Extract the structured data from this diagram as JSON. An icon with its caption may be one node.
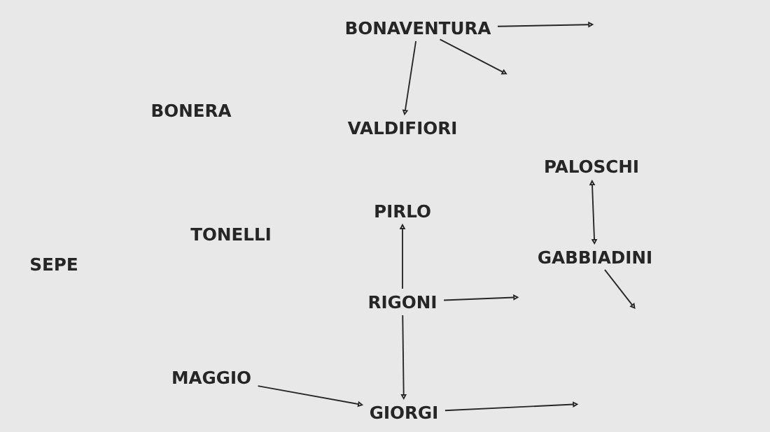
{
  "diagram": {
    "nodes": [
      {
        "text": [
          "BONAVENTURA"
        ]
      },
      {
        "text": [
          "BONERA"
        ]
      },
      {
        "text": [
          "VALDIFIORI"
        ]
      },
      {
        "text": [
          "PALOSCHI"
        ]
      },
      {
        "text": [
          "PIRLO"
        ]
      },
      {
        "text": [
          "TONELLI"
        ]
      },
      {
        "text": [
          "GABBIADINI"
        ]
      },
      {
        "text": [
          "SEPE"
        ]
      },
      {
        "text": [
          "RIGONI"
        ]
      },
      {
        "text": [
          "MAGGIO"
        ]
      },
      {
        "text": [
          "GIORGI"
        ]
      }
    ],
    "edges": [
      {
        "from": 0,
        "to": null,
        "arrow": "to"
      },
      {
        "from": 0,
        "to": 2,
        "arrow": "to"
      },
      {
        "from": 0,
        "to": null,
        "arrow": "to"
      },
      {
        "from": 3,
        "to": 6,
        "arrow": "both"
      },
      {
        "from": 8,
        "to": 4,
        "arrow": "to"
      },
      {
        "from": 8,
        "to": null,
        "arrow": "to"
      },
      {
        "from": 6,
        "to": null,
        "arrow": "to"
      },
      {
        "from": 8,
        "to": 10,
        "arrow": "to"
      },
      {
        "from": 9,
        "to": 10,
        "arrow": "to"
      },
      {
        "from": 10,
        "to": null,
        "arrow": "to"
      }
    ]
  }
}
